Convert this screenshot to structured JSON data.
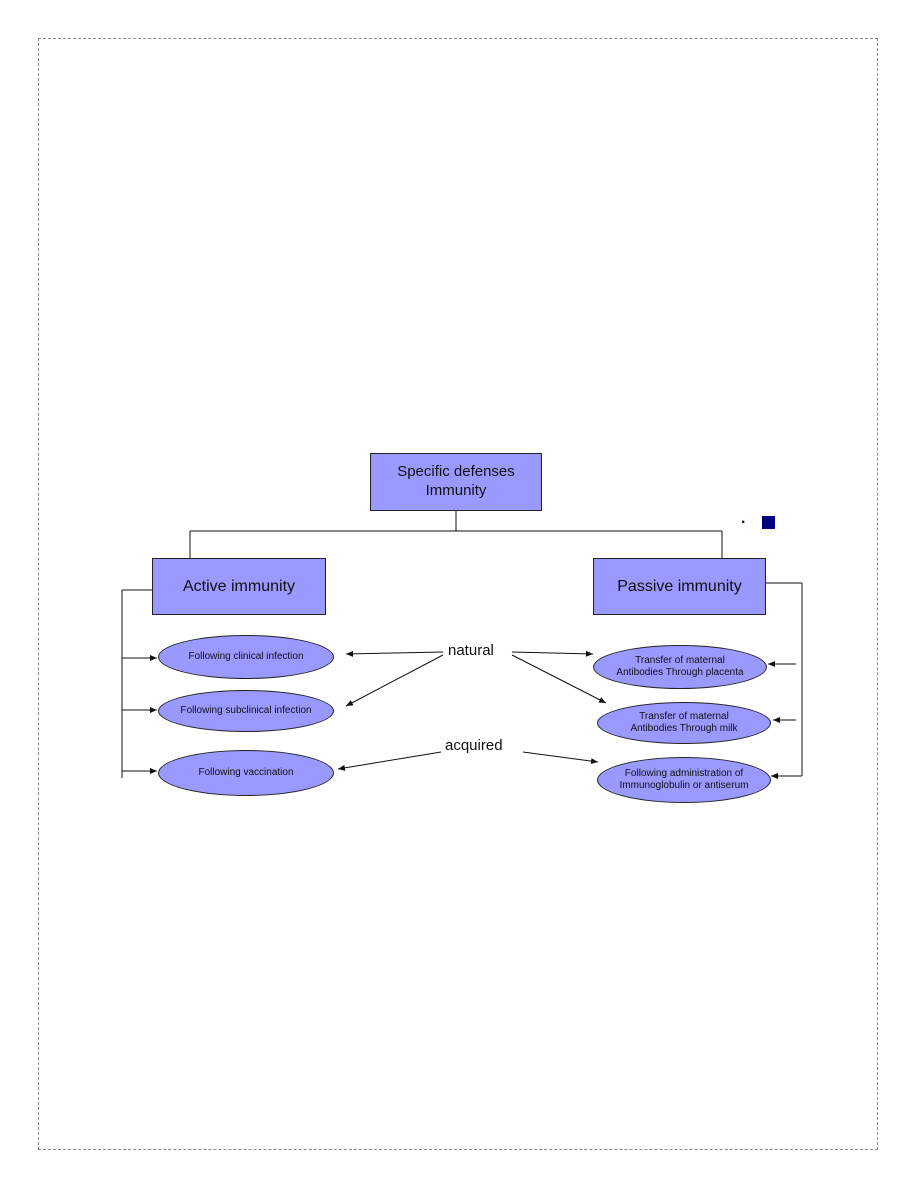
{
  "diagram": {
    "root": "Specific defenses\nImmunity",
    "active": "Active immunity",
    "passive": "Passive immunity",
    "active_items": [
      "Following clinical infection",
      "Following subclinical infection",
      "Following vaccination"
    ],
    "passive_items": [
      "Transfer of maternal\nAntibodies Through  placenta",
      "Transfer of maternal\nAntibodies Through milk",
      "Following administration  of\nImmunoglobulin   or antiserum"
    ],
    "label_natural": "natural",
    "label_acquired": "acquired",
    "marker_dot": ".",
    "colors": {
      "box_fill": "#9999ff",
      "marker": "#000080"
    }
  }
}
